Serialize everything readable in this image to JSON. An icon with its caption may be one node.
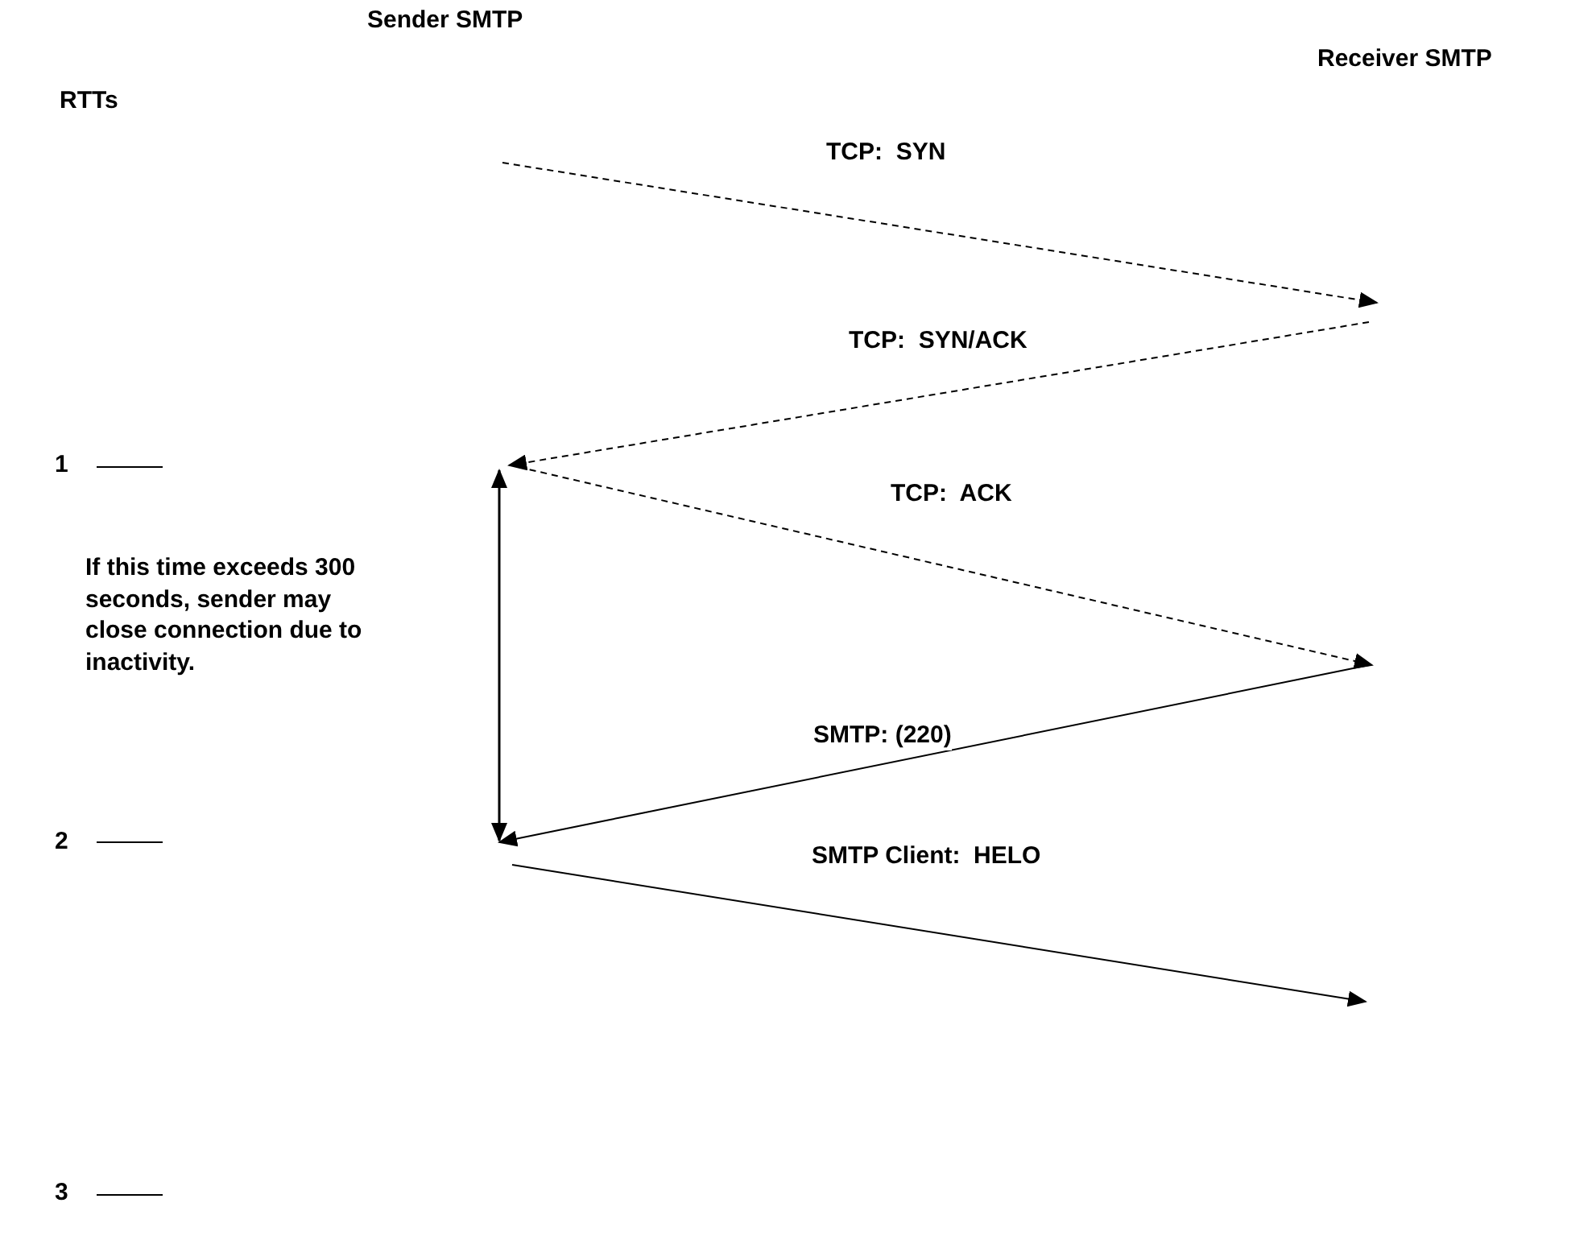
{
  "diagram": {
    "labels": [
      "Sender SMTP",
      "Receiver SMTP",
      "RTTs",
      "TCP:  SYN",
      "TCP:  SYN/ACK",
      "1",
      "TCP:  ACK",
      "If this time exceeds 300 seconds, sender may close connection due to inactivity.",
      "SMTP: (220)",
      "2",
      "SMTP Client:  HELO",
      "3"
    ]
  }
}
